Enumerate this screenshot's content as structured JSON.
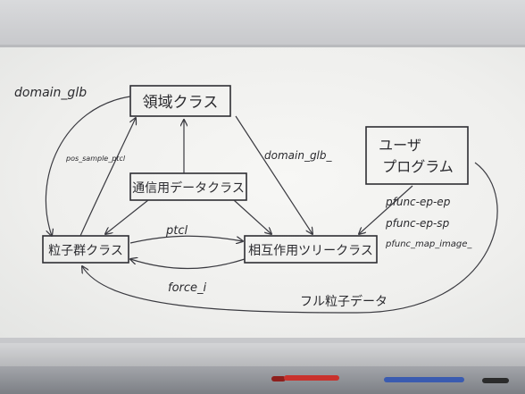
{
  "diagram": {
    "nodes": {
      "domain": "領域クラス",
      "user_program_line1": "ユーザ",
      "user_program_line2": "プログラム",
      "comm": "通信用データクラス",
      "particle": "粒子群クラス",
      "tree": "相互作用ツリークラス"
    },
    "edge_labels": {
      "domain_glb": "domain_glb",
      "pos_sample_ptcl": "pos_sample_ptcl",
      "domain_glb_": "domain_glb_",
      "ptcl": "ptcl",
      "force_i": "force_i",
      "pfunc_ep_ep": "pfunc-ep-ep",
      "pfunc_ep_sp": "pfunc-ep-sp",
      "pfunc_map_image": "pfunc_map_image_",
      "full_particle_data": "フル粒子データ"
    }
  }
}
